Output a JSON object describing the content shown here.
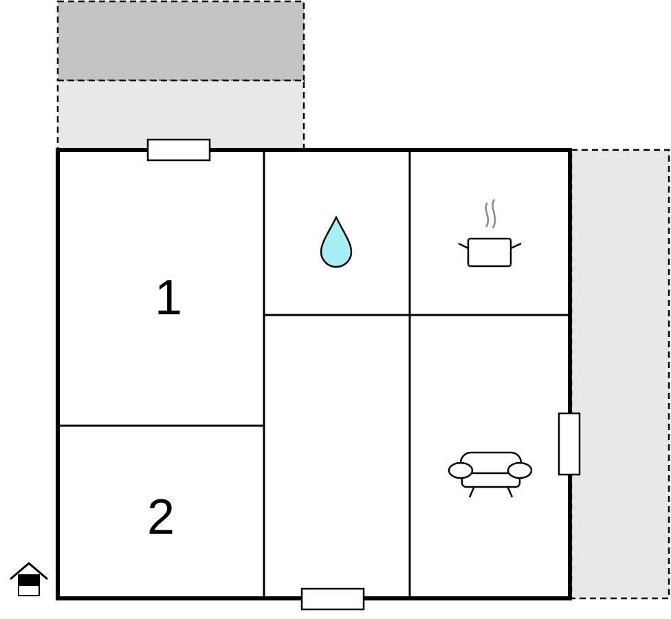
{
  "floorplan": {
    "rooms": [
      {
        "id": "bedroom-1",
        "label": "1"
      },
      {
        "id": "bedroom-2",
        "label": "2"
      },
      {
        "id": "bathroom",
        "icon": "water-drop-icon"
      },
      {
        "id": "kitchen",
        "icon": "cooking-pot-icon"
      },
      {
        "id": "hallway"
      },
      {
        "id": "living-room",
        "icon": "sofa-icon"
      }
    ],
    "outdoor_areas": [
      "terrace-upper",
      "patio-upper",
      "terrace-right"
    ],
    "doors": [
      "door-top",
      "door-bottom",
      "door-right"
    ],
    "entrance_icon": "house-entrance-icon",
    "colors": {
      "wall": "#000000",
      "outdoor_dark": "#c4c4c4",
      "outdoor_light": "#e8e8e8",
      "water": "#a6f0f5"
    }
  }
}
